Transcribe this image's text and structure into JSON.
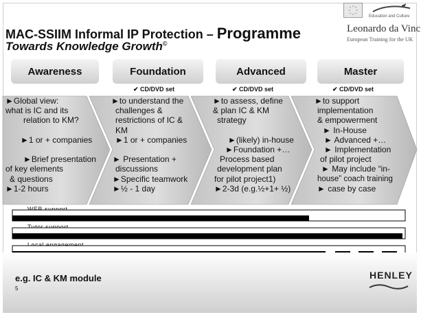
{
  "title": {
    "line1_prefix": "MAC-SSIIM Informal IP Protection – ",
    "line1_emph": "Programme",
    "line2": "Towards Knowledge Growth",
    "line2_mark": "©"
  },
  "logos": {
    "education_text": "Education and Culture",
    "ldv_name": "Leonardo da Vinc",
    "ldv_sub": "European Training for the UK"
  },
  "levels": [
    {
      "name": "Awareness",
      "cd": "",
      "lines": [
        "►Global view:",
        "what is IC and its",
        "relation to KM?",
        "",
        "►1 or + companies",
        "",
        "►Brief presentation",
        "of key elements",
        "& questions",
        "►1-2 hours"
      ]
    },
    {
      "name": "Foundation",
      "cd": "✔ CD/DVD set",
      "lines": [
        "►to understand the",
        "challenges &",
        "restrictions of IC &",
        "KM",
        "►1 or + companies",
        "",
        "► Presentation +",
        "discussions",
        "►Specific teamwork",
        "►½ - 1 day"
      ]
    },
    {
      "name": "Advanced",
      "cd": "✔ CD/DVD set",
      "lines": [
        "►to assess, define",
        "& plan IC & KM",
        "strategy",
        "",
        "►(likely) in-house",
        "►Foundation +…",
        "Process based",
        "development plan",
        "for pilot project1)",
        "►2-3d (e.g.½+1+ ½)"
      ]
    },
    {
      "name": "Master",
      "cd": "✔ CD/DVD set",
      "lines": [
        "►to support",
        "implementation",
        "& empowerment",
        "► In-House",
        "► Advanced +…",
        "► Implementation",
        "of pilot project",
        "► May include “in-",
        "house” coach training",
        "► case by case"
      ]
    }
  ],
  "bar_labels": [
    "WEB support",
    "Tutor support",
    "Local engagement"
  ],
  "footer": {
    "example": "e.g. IC & KM module",
    "page": "5",
    "brand": "HENLEY"
  },
  "colors": {
    "tab_fill": "#dcdcdc",
    "chevron_fill": "#bdbdbd",
    "chevron_light": "#ececec",
    "bar_black": "#000000"
  }
}
